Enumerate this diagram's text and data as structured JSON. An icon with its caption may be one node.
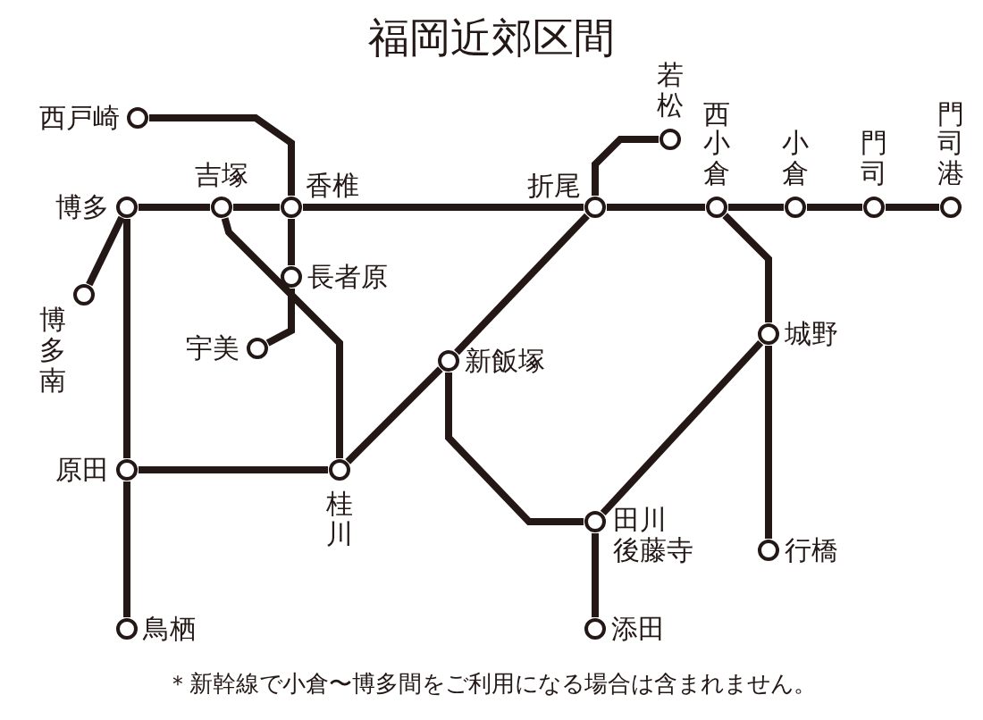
{
  "diagram": {
    "title": "福岡近郊区間",
    "nodes": [
      {
        "text": [
          "西戸崎"
        ]
      },
      {
        "text": [
          "若松"
        ]
      },
      {
        "text": [
          "博多"
        ]
      },
      {
        "text": [
          "吉塚"
        ]
      },
      {
        "text": [
          "香椎"
        ]
      },
      {
        "text": [
          "折尾"
        ]
      },
      {
        "text": [
          "西小倉"
        ]
      },
      {
        "text": [
          "小倉"
        ]
      },
      {
        "text": [
          "門司"
        ]
      },
      {
        "text": [
          "門司港"
        ]
      },
      {
        "text": [
          "長者原"
        ]
      },
      {
        "text": [
          "博多南"
        ]
      },
      {
        "text": [
          "宇美"
        ]
      },
      {
        "text": [
          "新飯塚"
        ]
      },
      {
        "text": [
          "城野"
        ]
      },
      {
        "text": [
          "原田"
        ]
      },
      {
        "text": [
          "桂川"
        ]
      },
      {
        "text": [
          "田川後藤寺"
        ]
      },
      {
        "text": [
          "行橋"
        ]
      },
      {
        "text": [
          "鳥栖"
        ]
      },
      {
        "text": [
          "添田"
        ]
      }
    ],
    "edges": [
      {
        "from": 0,
        "to": 4,
        "arrow": "none"
      },
      {
        "from": 2,
        "to": 3,
        "arrow": "none"
      },
      {
        "from": 3,
        "to": 4,
        "arrow": "none"
      },
      {
        "from": 4,
        "to": 5,
        "arrow": "none"
      },
      {
        "from": 5,
        "to": 6,
        "arrow": "none"
      },
      {
        "from": 6,
        "to": 7,
        "arrow": "none"
      },
      {
        "from": 7,
        "to": 8,
        "arrow": "none"
      },
      {
        "from": 8,
        "to": 9,
        "arrow": "none"
      },
      {
        "from": 5,
        "to": 1,
        "arrow": "none"
      },
      {
        "from": 2,
        "to": 11,
        "arrow": "none"
      },
      {
        "from": 2,
        "to": 15,
        "arrow": "none"
      },
      {
        "from": 15,
        "to": 19,
        "arrow": "none"
      },
      {
        "from": 4,
        "to": 10,
        "arrow": "none"
      },
      {
        "from": 10,
        "to": 12,
        "arrow": "none"
      },
      {
        "from": 3,
        "to": 16,
        "arrow": "none"
      },
      {
        "from": 15,
        "to": 16,
        "arrow": "none"
      },
      {
        "from": 16,
        "to": 13,
        "arrow": "none"
      },
      {
        "from": 13,
        "to": 5,
        "arrow": "none"
      },
      {
        "from": 13,
        "to": 17,
        "arrow": "none"
      },
      {
        "from": 17,
        "to": 20,
        "arrow": "none"
      },
      {
        "from": 17,
        "to": 14,
        "arrow": "none"
      },
      {
        "from": 6,
        "to": 14,
        "arrow": "none"
      },
      {
        "from": 14,
        "to": 18,
        "arrow": "none"
      }
    ],
    "labels": [
      "＊新幹線で小倉〜博多間をご利用になる場合は含まれません。"
    ]
  }
}
